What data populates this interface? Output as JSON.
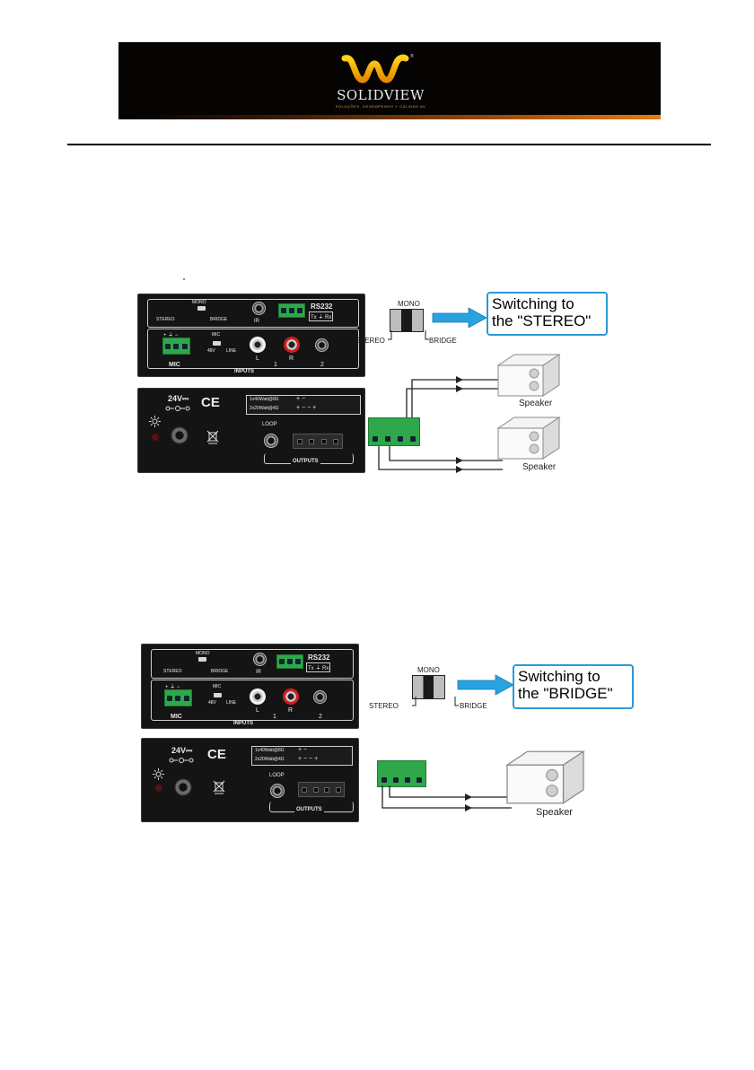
{
  "header": {
    "logo_word": "SOLIDVIEW",
    "logo_reg": "®",
    "logo_tagline": "SOLUÇÕES, DESEMPENHO Y CALIDAD AV"
  },
  "figures": [
    {
      "callout_line1": "Switching to",
      "callout_line2": "the \"STEREO\"",
      "speaker_labels": [
        "Speaker",
        "Speaker"
      ]
    },
    {
      "callout_line1": "Switching to",
      "callout_line2": "the \"BRIDGE\"",
      "speaker_labels": [
        "Speaker"
      ]
    }
  ],
  "panel_labels": {
    "mono": "MONO",
    "stereo": "STEREO",
    "bridge": "BRIDGE",
    "ir": "IR",
    "rs232": "RS232",
    "tx_rx": "Tx ⏚ Rx",
    "mic_switch": "MIC",
    "v48": "48V",
    "line": "LINE",
    "mic": "MIC",
    "left": "L",
    "right": "R",
    "in1": "1",
    "in2": "2",
    "inputs": "INPUTS",
    "power": "24V⎓",
    "ce": "CE",
    "watt1": "1x40Watt@8Ω",
    "watt2": "2x20Watt@4Ω",
    "watt1_signs": "+            −",
    "watt2_signs": "+   −   −   +",
    "mic_signs": "+  ⏚  −",
    "loop": "LOOP",
    "outputs": "OUTPUTS"
  },
  "colors": {
    "callout_border": "#2a9ad8",
    "arrow_blue": "#29a3e0",
    "terminal_green": "#2ea84a",
    "banner_bg": "#050403",
    "banner_accent": "#e87a10",
    "logo_yellow": "#f5b800"
  },
  "icons": {
    "power_led": "sun-icon",
    "weee": "crossed-bin-icon"
  }
}
